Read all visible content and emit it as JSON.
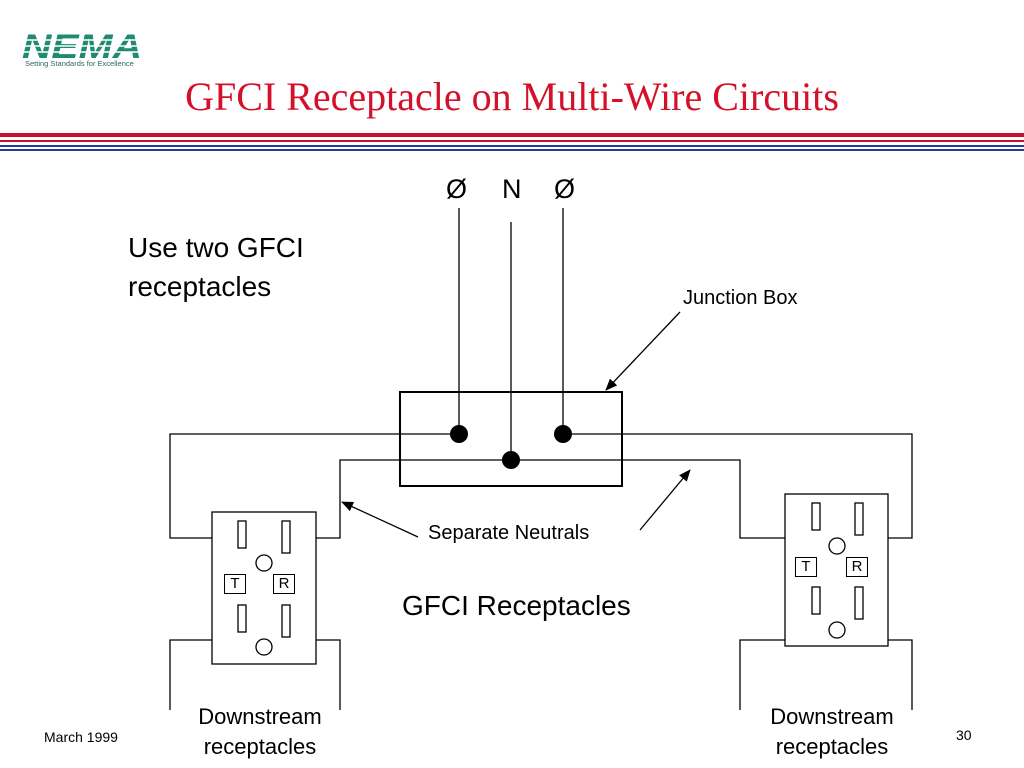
{
  "header": {
    "logo_text": "NEMA",
    "logo_tagline": "Setting Standards for Excellence",
    "title": "GFCI Receptacle on Multi-Wire Circuits",
    "colors": {
      "title": "#d4102a",
      "logo": "#1f8a70",
      "rule_red": "#c8102e",
      "rule_blue": "#1f3d99"
    }
  },
  "diagram": {
    "conductors": [
      "Ø",
      "N",
      "Ø"
    ],
    "note": [
      "Use two GFCI",
      "receptacles"
    ],
    "junction_box_label": "Junction Box",
    "separate_neutrals_label": "Separate Neutrals",
    "gfci_receptacles_label": "GFCI Receptacles",
    "left_receptacle": {
      "test_label": "T",
      "reset_label": "R"
    },
    "right_receptacle": {
      "test_label": "T",
      "reset_label": "R"
    },
    "downstream_left": [
      "Downstream",
      "receptacles"
    ],
    "downstream_right": [
      "Downstream",
      "receptacles"
    ]
  },
  "footer": {
    "date": "March 1999",
    "page_number": "30"
  }
}
